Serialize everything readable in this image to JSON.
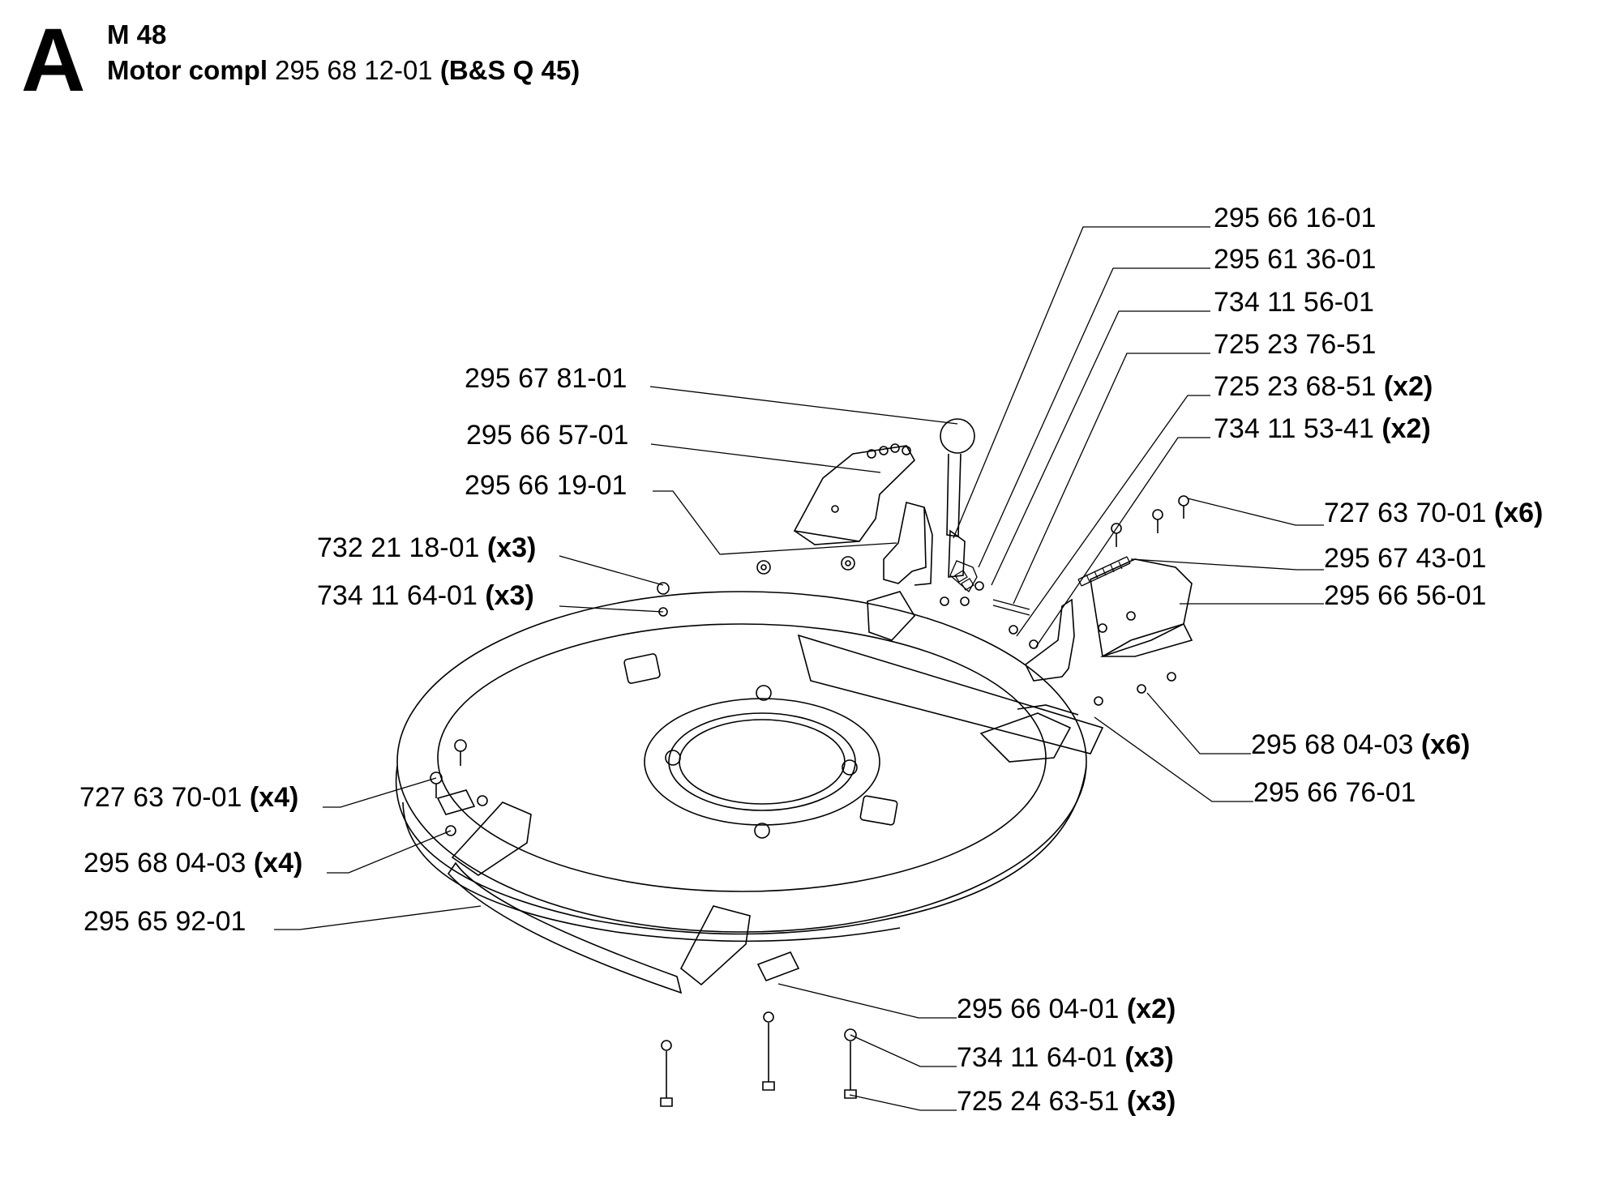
{
  "header": {
    "section_letter": "A",
    "model": "M 48",
    "assembly_name": "Motor compl",
    "assembly_number": "295 68 12-01",
    "engine": "(B&S Q 45)"
  },
  "callouts": [
    {
      "part": "295 66 16-01",
      "qty": ""
    },
    {
      "part": "295 61 36-01",
      "qty": ""
    },
    {
      "part": "734 11 56-01",
      "qty": ""
    },
    {
      "part": "725 23 76-51",
      "qty": ""
    },
    {
      "part": "725 23 68-51",
      "qty": "(x2)"
    },
    {
      "part": "734 11 53-41",
      "qty": "(x2)"
    },
    {
      "part": "295 67 81-01",
      "qty": ""
    },
    {
      "part": "295 66 57-01",
      "qty": ""
    },
    {
      "part": "295 66 19-01",
      "qty": ""
    },
    {
      "part": "732 21 18-01",
      "qty": "(x3)"
    },
    {
      "part": "734 11 64-01",
      "qty": "(x3)"
    },
    {
      "part": "727 63 70-01",
      "qty": "(x6)"
    },
    {
      "part": "295 67 43-01",
      "qty": ""
    },
    {
      "part": "295 66 56-01",
      "qty": ""
    },
    {
      "part": "295 68 04-03",
      "qty": "(x6)"
    },
    {
      "part": "295 66 76-01",
      "qty": ""
    },
    {
      "part": "727 63 70-01",
      "qty": "(x4)"
    },
    {
      "part": "295 68 04-03",
      "qty": "(x4)"
    },
    {
      "part": "295 65 92-01",
      "qty": ""
    },
    {
      "part": "295 66 04-01",
      "qty": "(x2)"
    },
    {
      "part": "734 11 64-01",
      "qty": "(x3)"
    },
    {
      "part": "725 24 63-51",
      "qty": "(x3)"
    }
  ]
}
